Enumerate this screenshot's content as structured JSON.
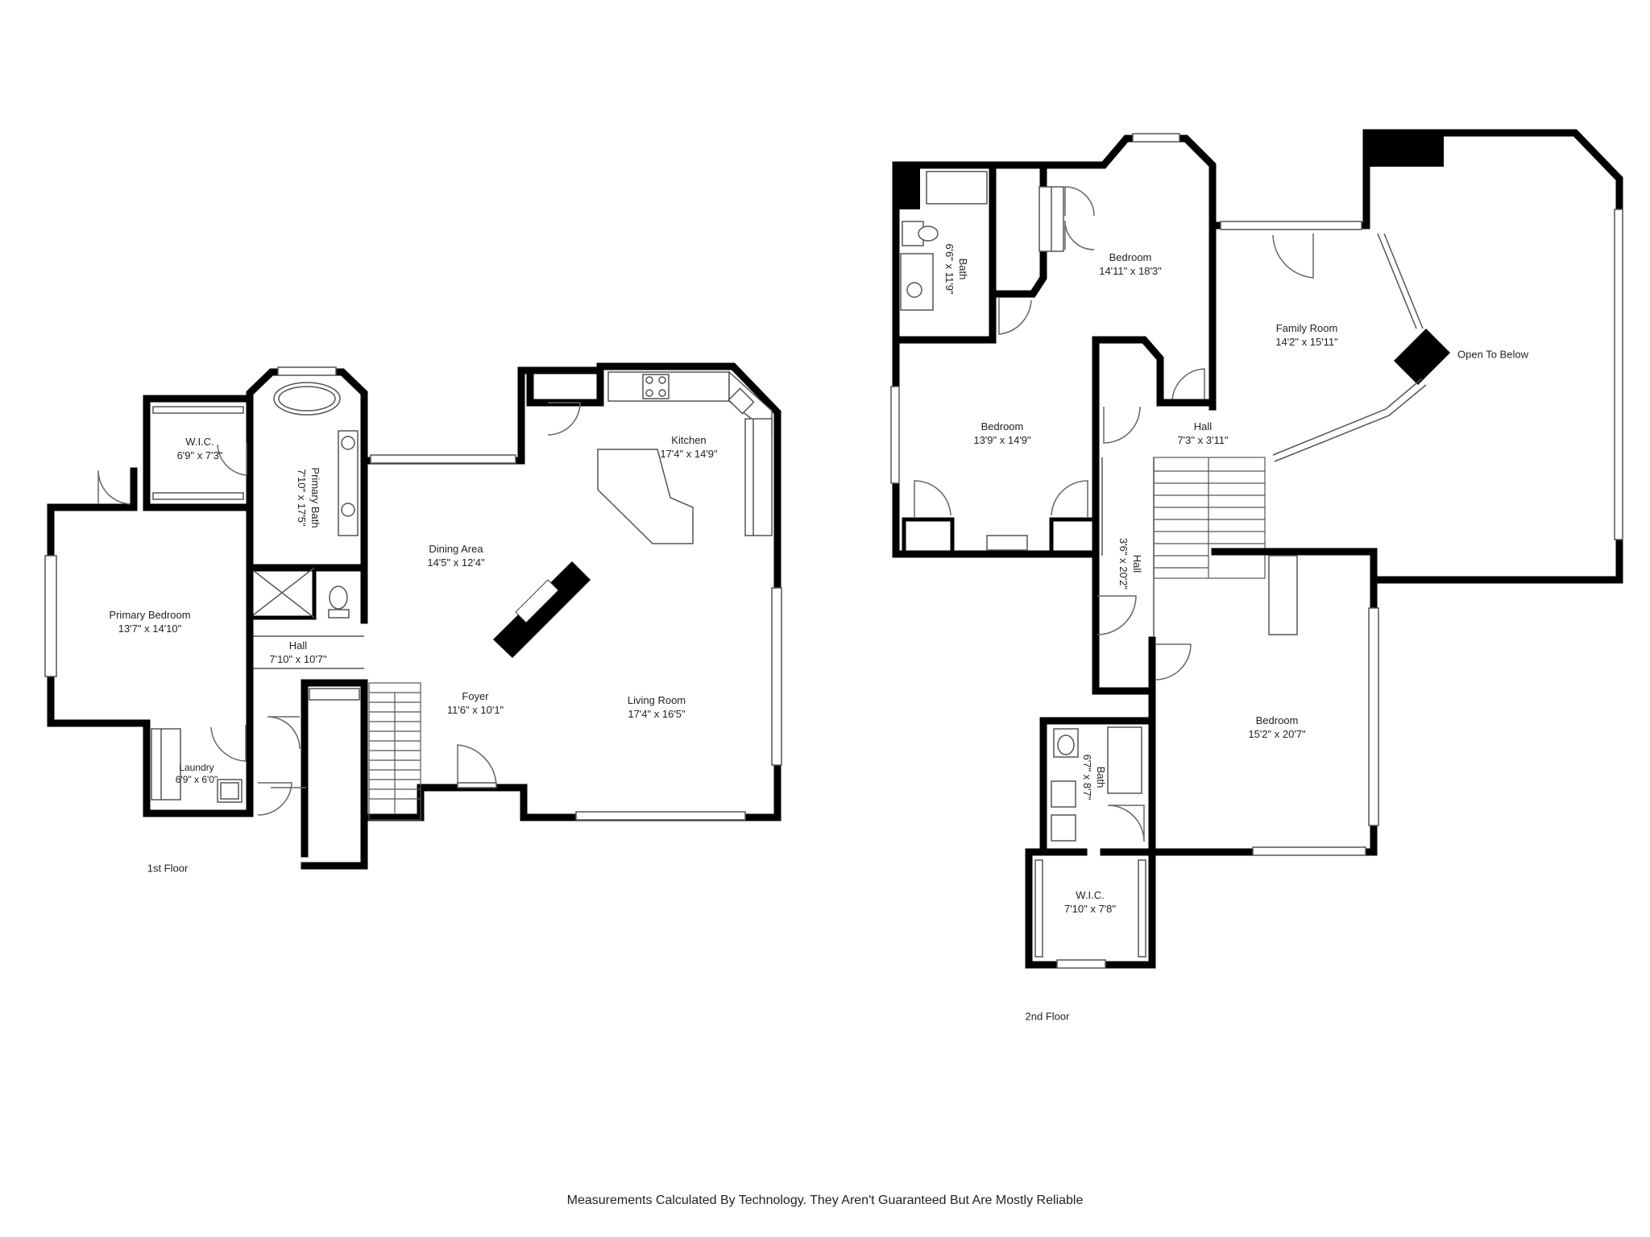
{
  "floors": [
    {
      "label": "1st Floor",
      "rooms": [
        {
          "name": "W.I.C.",
          "size": "6'9\" x 7'3\""
        },
        {
          "name": "Primary Bath",
          "size": "7'10\" x 17'5\""
        },
        {
          "name": "Primary Bedroom",
          "size": "13'7\" x 14'10\""
        },
        {
          "name": "Hall",
          "size": "7'10\" x 10'7\""
        },
        {
          "name": "Laundry",
          "size": "6'9\" x 6'0\""
        },
        {
          "name": "Dining Area",
          "size": "14'5\" x 12'4\""
        },
        {
          "name": "Kitchen",
          "size": "17'4\" x 14'9\""
        },
        {
          "name": "Foyer",
          "size": "11'6\" x 10'1\""
        },
        {
          "name": "Living Room",
          "size": "17'4\" x 16'5\""
        }
      ]
    },
    {
      "label": "2nd Floor",
      "rooms": [
        {
          "name": "Bath",
          "size": "6'6\" x 11'9\""
        },
        {
          "name": "Bedroom",
          "size": "14'11\" x 18'3\""
        },
        {
          "name": "Family Room",
          "size": "14'2\" x 15'11\""
        },
        {
          "name": "Open To Below",
          "size": ""
        },
        {
          "name": "Bedroom",
          "size": "13'9\" x 14'9\""
        },
        {
          "name": "Hall",
          "size": "7'3\" x 3'11\""
        },
        {
          "name": "Hall",
          "size": "3'6\" x 20'2\""
        },
        {
          "name": "Bedroom",
          "size": "15'2\" x 20'7\""
        },
        {
          "name": "Bath",
          "size": "6'7\" x 8'7\""
        },
        {
          "name": "W.I.C.",
          "size": "7'10\" x 7'8\""
        }
      ]
    }
  ],
  "disclaimer": "Measurements Calculated By Technology. They Aren't Guaranteed But Are Mostly Reliable"
}
